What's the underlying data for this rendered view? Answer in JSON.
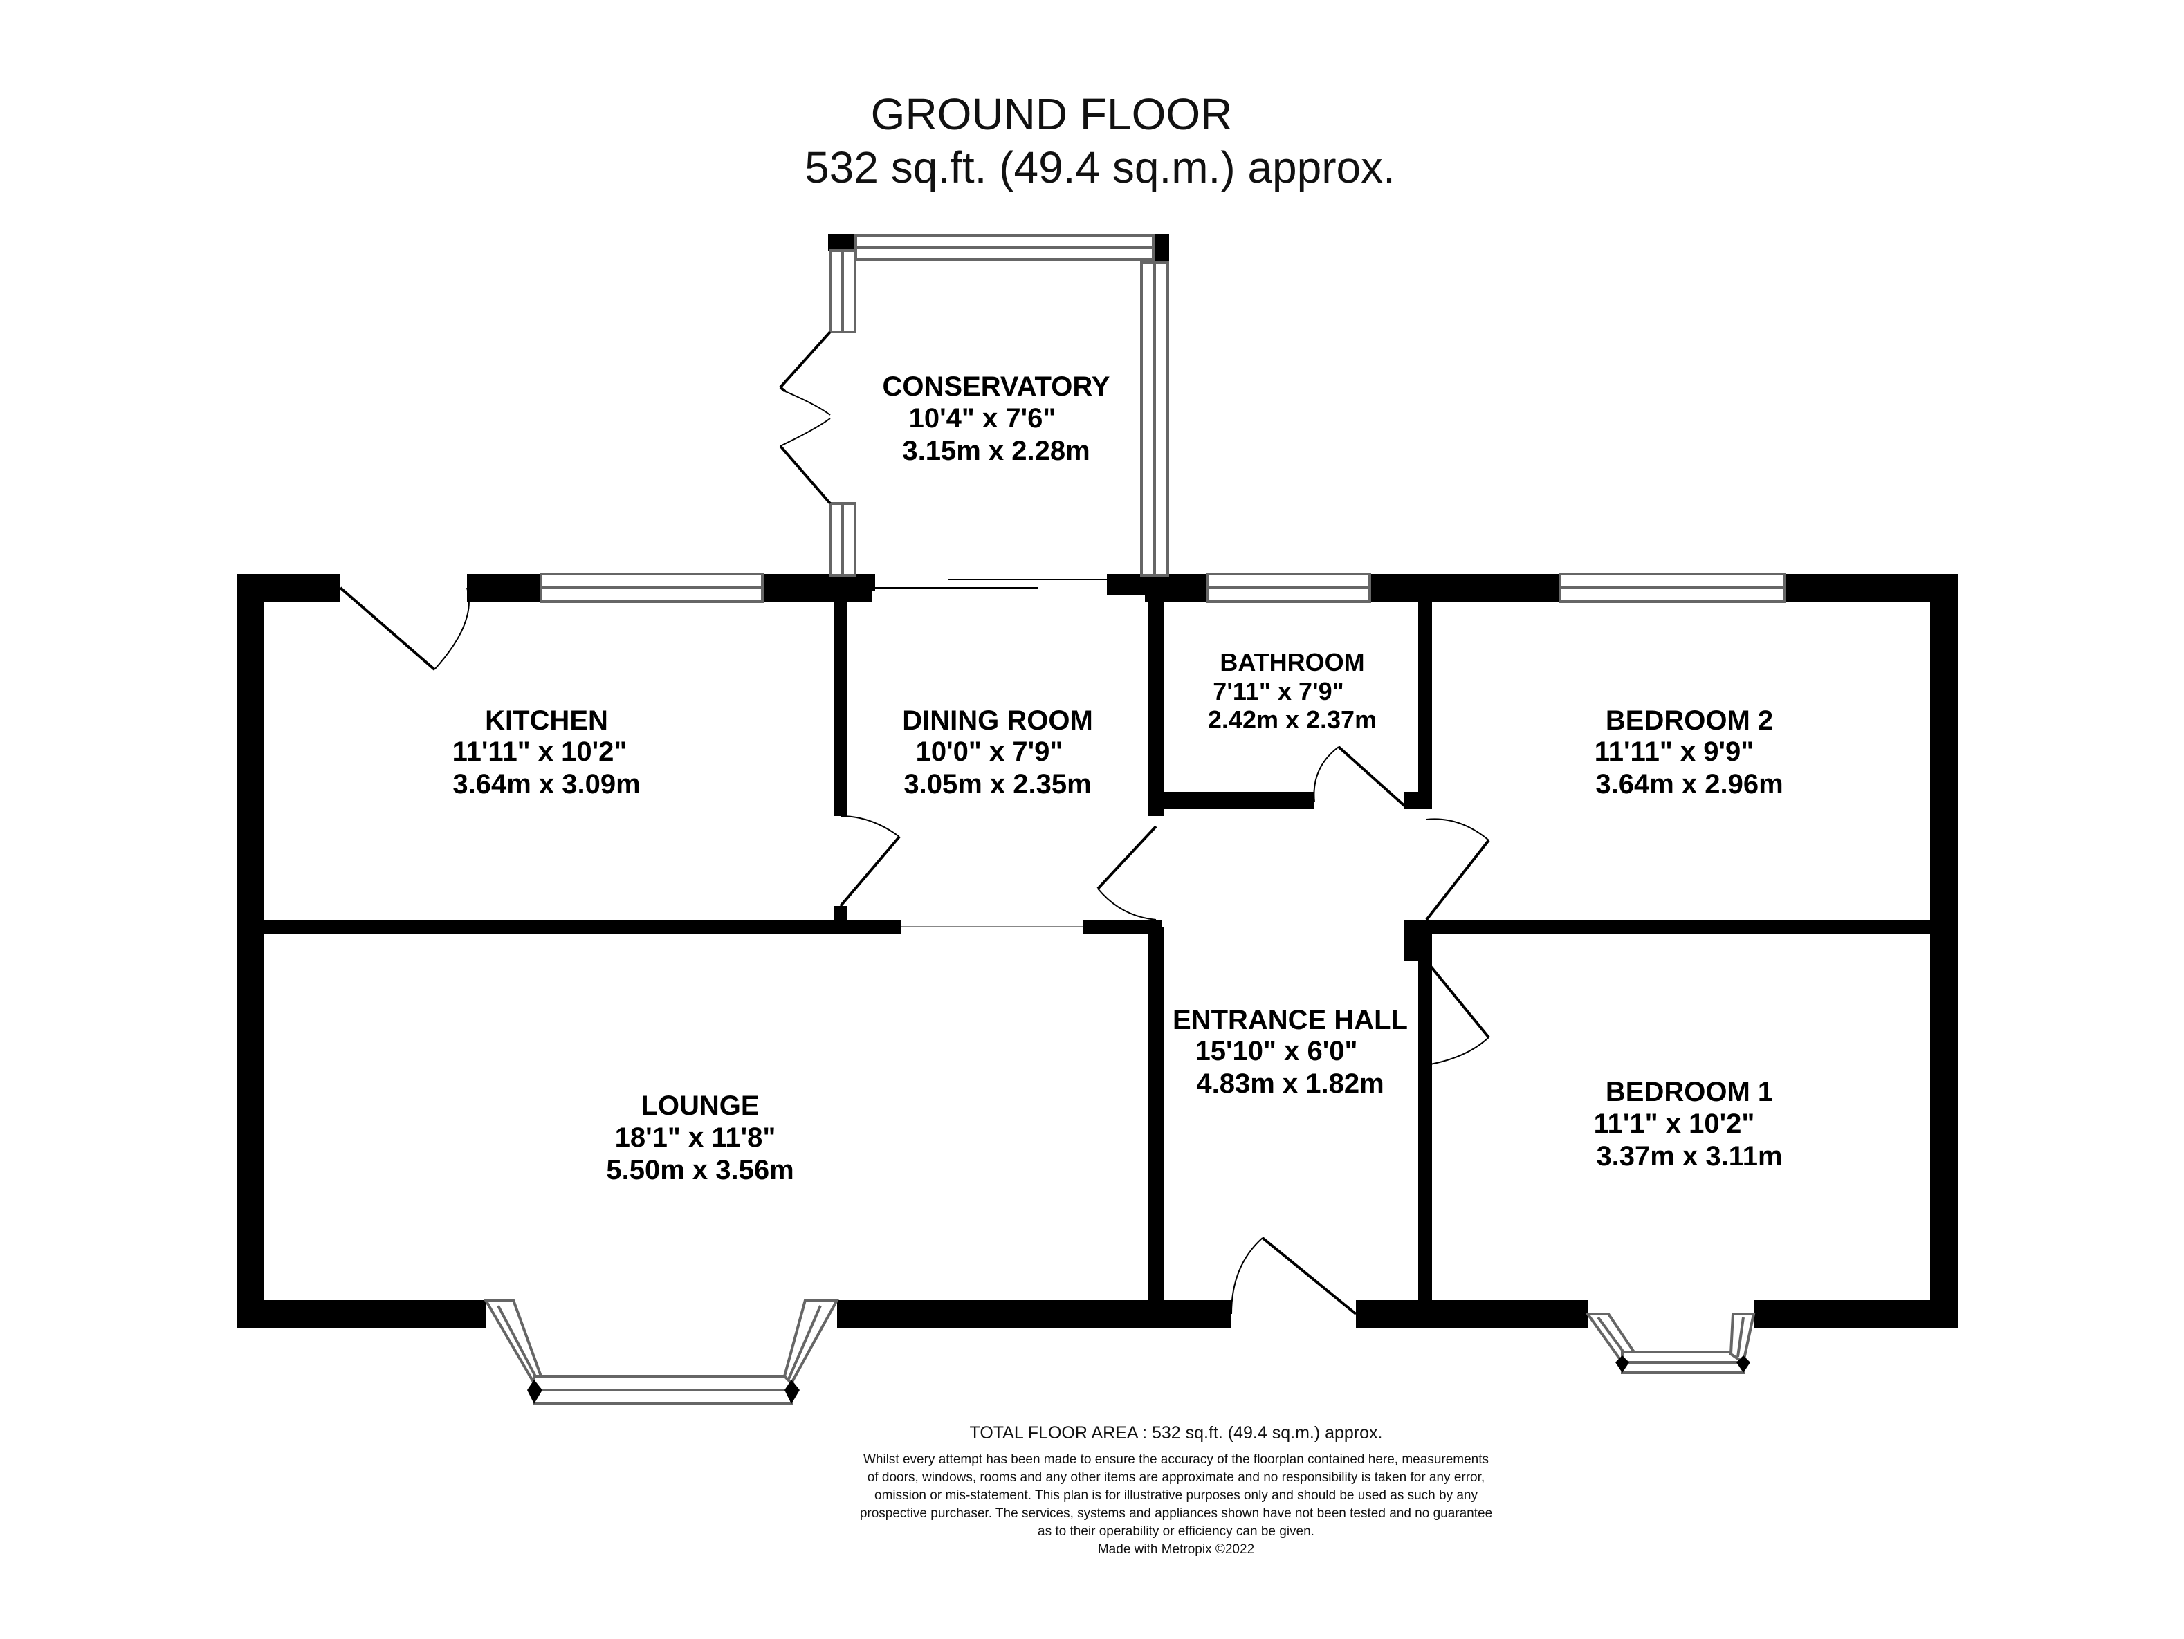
{
  "header": {
    "floor_name": "GROUND FLOOR",
    "floor_area": "532 sq.ft. (49.4 sq.m.) approx."
  },
  "rooms": [
    {
      "name": "CONSERVATORY",
      "imperial": "10'4\"  x 7'6\"",
      "metric": "3.15m  x 2.28m"
    },
    {
      "name": "KITCHEN",
      "imperial": "11'11\"  x 10'2\"",
      "metric": "3.64m  x 3.09m"
    },
    {
      "name": "DINING ROOM",
      "imperial": "10'0\"  x 7'9\"",
      "metric": "3.05m  x 2.35m"
    },
    {
      "name": "BATHROOM",
      "imperial": "7'11\"  x 7'9\"",
      "metric": "2.42m  x 2.37m"
    },
    {
      "name": "BEDROOM 2",
      "imperial": "11'11\"  x 9'9\"",
      "metric": "3.64m  x 2.96m"
    },
    {
      "name": "ENTRANCE HALL",
      "imperial": "15'10\"  x 6'0\"",
      "metric": "4.83m  x 1.82m"
    },
    {
      "name": "LOUNGE",
      "imperial": "18'1\"  x 11'8\"",
      "metric": "5.50m  x 3.56m"
    },
    {
      "name": "BEDROOM 1",
      "imperial": "11'1\"  x 10'2\"",
      "metric": "3.37m  x 3.11m"
    }
  ],
  "footer": {
    "total_area": "TOTAL FLOOR AREA : 532 sq.ft. (49.4 sq.m.) approx.",
    "disclaimer_lines": [
      "Whilst every attempt has been made to ensure the accuracy of the floorplan contained here, measurements",
      "of doors, windows, rooms and any other items are approximate and no responsibility is taken for any error,",
      "omission or mis-statement. This plan is for illustrative purposes only and should be used as such by any",
      "prospective purchaser. The services, systems and appliances shown have not been tested and no guarantee",
      "as to their operability or efficiency can be given."
    ],
    "credit": "Made with Metropix ©2022"
  }
}
